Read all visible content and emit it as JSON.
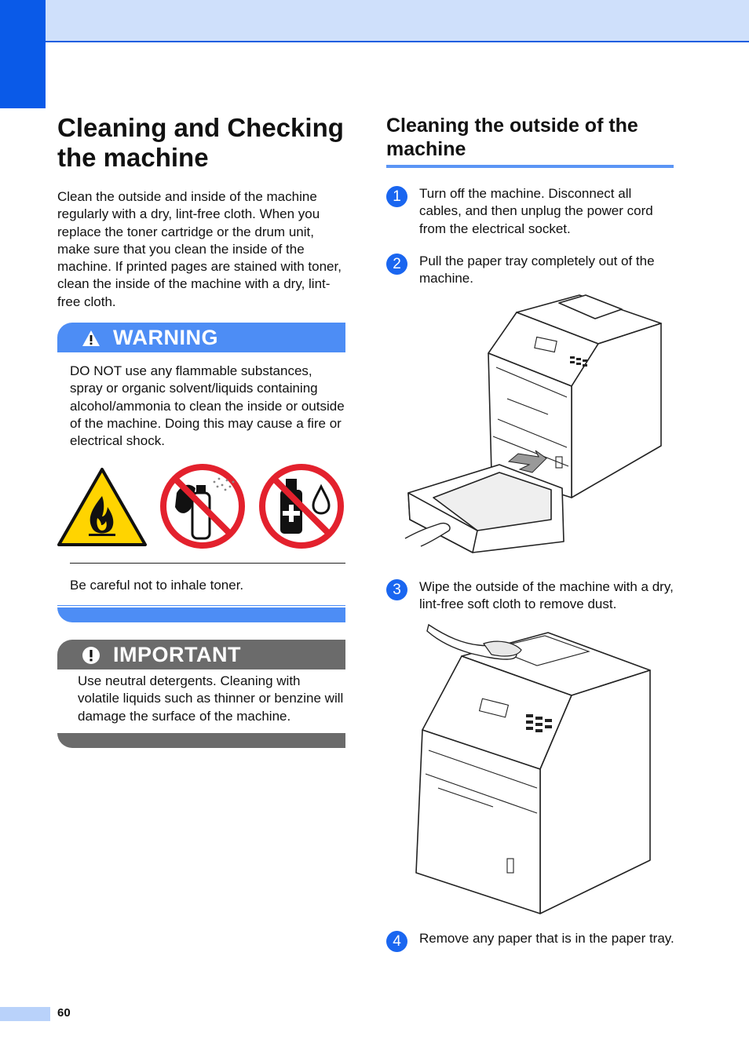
{
  "section_title": "Cleaning and Checking the machine",
  "intro": "Clean the outside and inside of the machine regularly with a dry, lint-free cloth. When you replace the toner cartridge or the drum unit, make sure that you clean the inside of the machine. If printed pages are stained with toner, clean the inside of the machine with a dry, lint-free cloth.",
  "warning": {
    "label": "WARNING",
    "text": "DO NOT use any flammable substances, spray or organic solvent/liquids containing alcohol/ammonia to clean the inside or outside of the machine. Doing this may cause a fire or electrical shock.",
    "icons": [
      "flammable-warning-icon",
      "no-spray-icon",
      "no-solvent-icon"
    ],
    "note": "Be careful not to inhale toner."
  },
  "important": {
    "label": "IMPORTANT",
    "text": "Use neutral detergents. Cleaning with volatile liquids such as thinner or benzine will damage the surface of the machine."
  },
  "subsection_title": "Cleaning the outside of the machine",
  "steps": [
    {
      "num": "1",
      "text": "Turn off the machine. Disconnect all cables, and then unplug the power cord from the electrical socket."
    },
    {
      "num": "2",
      "text": "Pull the paper tray completely out of the machine."
    },
    {
      "num": "3",
      "text": "Wipe the outside of the machine with a dry, lint-free soft cloth to remove dust."
    },
    {
      "num": "4",
      "text": "Remove any paper that is in the paper tray."
    }
  ],
  "page_number": "60",
  "colors": {
    "accent": "#0a5ae8",
    "warning": "#4d8df5",
    "important": "#6b6b6b",
    "prohibit": "#e3212d",
    "hazard": "#ffd400"
  }
}
